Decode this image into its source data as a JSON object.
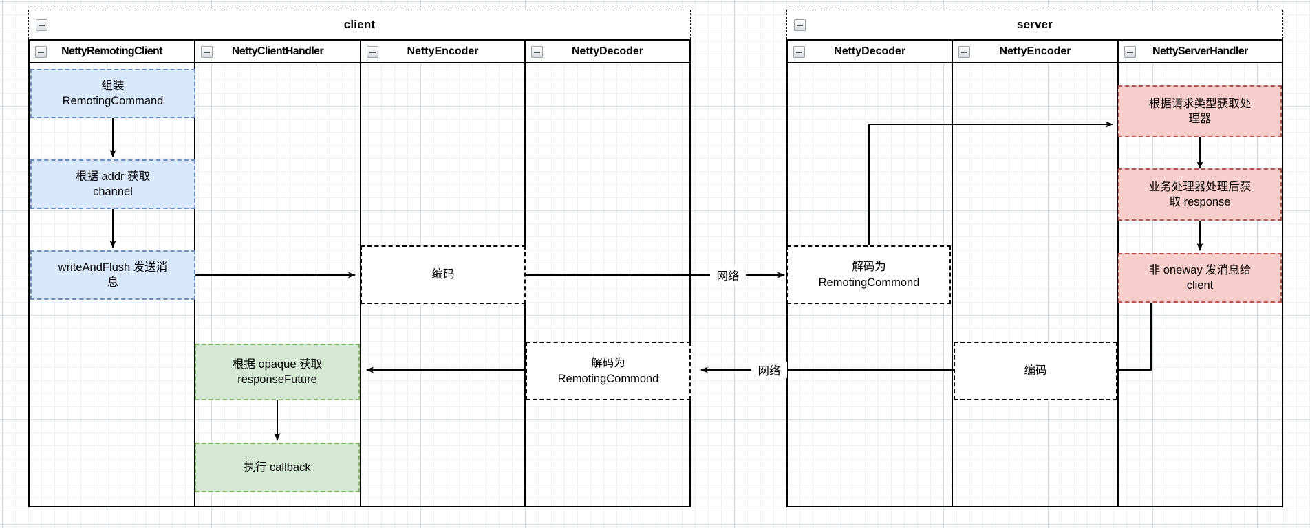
{
  "diagram": {
    "title": "RocketMQ Netty remoting sequence swimlane",
    "colors": {
      "blue_fill": "#dae8fc",
      "blue_stroke": "#6c8ebf",
      "green_fill": "#d5e8d4",
      "green_stroke": "#82b366",
      "pink_fill": "#f8cecc",
      "pink_stroke": "#b85450",
      "white_fill": "#ffffff",
      "black_stroke": "#000000"
    },
    "pools": [
      {
        "id": "client",
        "title": "client",
        "collapse_icon": "minus-icon",
        "lanes": [
          {
            "id": "netty-remoting-client",
            "title": "NettyRemotingClient",
            "collapse_icon": "minus-icon"
          },
          {
            "id": "netty-client-handler",
            "title": "NettyClientHandler",
            "collapse_icon": "minus-icon"
          },
          {
            "id": "client-netty-encoder",
            "title": "NettyEncoder",
            "collapse_icon": "minus-icon"
          },
          {
            "id": "client-netty-decoder",
            "title": "NettyDecoder",
            "collapse_icon": "minus-icon"
          }
        ]
      },
      {
        "id": "server",
        "title": "server",
        "collapse_icon": "minus-icon",
        "lanes": [
          {
            "id": "server-netty-decoder",
            "title": "NettyDecoder",
            "collapse_icon": "minus-icon"
          },
          {
            "id": "server-netty-encoder",
            "title": "NettyEncoder",
            "collapse_icon": "minus-icon"
          },
          {
            "id": "netty-server-handler",
            "title": "NettyServerHandler",
            "collapse_icon": "minus-icon"
          }
        ]
      }
    ],
    "nodes": [
      {
        "id": "assemble-remoting-command",
        "lane": "netty-remoting-client",
        "style": "blue",
        "text": "组装\nRemotingCommand"
      },
      {
        "id": "get-channel-by-addr",
        "lane": "netty-remoting-client",
        "style": "blue",
        "text": "根据 addr 获取\nchannel"
      },
      {
        "id": "write-and-flush",
        "lane": "netty-remoting-client",
        "style": "blue",
        "text": "writeAndFlush 发送消\n息"
      },
      {
        "id": "client-encode",
        "lane": "client-netty-encoder",
        "style": "white",
        "text": "编码"
      },
      {
        "id": "client-decode",
        "lane": "client-netty-decoder",
        "style": "white",
        "text": "解码为\nRemotingCommond"
      },
      {
        "id": "get-response-future",
        "lane": "netty-client-handler",
        "style": "green",
        "text": "根据 opaque 获取\nresponseFuture"
      },
      {
        "id": "execute-callback",
        "lane": "netty-client-handler",
        "style": "green",
        "text": "执行 callback"
      },
      {
        "id": "server-decode",
        "lane": "server-netty-decoder",
        "style": "white",
        "text": "解码为\nRemotingCommond"
      },
      {
        "id": "server-encode",
        "lane": "server-netty-encoder",
        "style": "white",
        "text": "编码"
      },
      {
        "id": "get-processor-by-type",
        "lane": "netty-server-handler",
        "style": "pink",
        "text": "根据请求类型获取处\n理器"
      },
      {
        "id": "process-get-response",
        "lane": "netty-server-handler",
        "style": "pink",
        "text": "业务处理器处理后获\n取 response"
      },
      {
        "id": "non-oneway-send-client",
        "lane": "netty-server-handler",
        "style": "pink",
        "text": "非 oneway 发消息给\nclient"
      }
    ],
    "edge_labels": [
      {
        "id": "network-request",
        "text": "网络"
      },
      {
        "id": "network-response",
        "text": "网络"
      }
    ]
  }
}
